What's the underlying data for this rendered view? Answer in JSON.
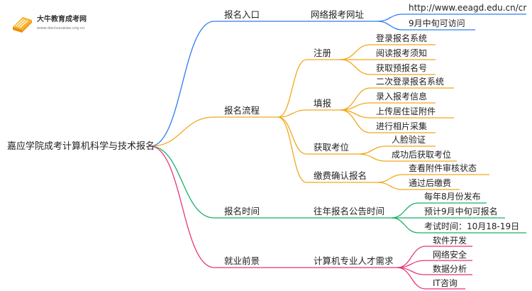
{
  "logo": {
    "title": "大牛教育成考网",
    "subtitle": "www.daniuxueiao.org.cn"
  },
  "root": {
    "label": "嘉应学院成考计算机科学与技术报名"
  },
  "colors": {
    "blue": "#2e7cf0",
    "orange": "#f2a81d",
    "green": "#1aaf63",
    "pink": "#e8337a"
  },
  "branches": {
    "entry": {
      "label": "报名入口",
      "child": "网络报考网址",
      "items": [
        "http://www.eeagd.edu.cn/cr",
        "9月中旬可访问"
      ]
    },
    "process": {
      "label": "报名流程",
      "steps": [
        {
          "label": "注册",
          "items": [
            "登录报名系统",
            "阅读报考须知",
            "获取预报名号"
          ]
        },
        {
          "label": "填报",
          "items": [
            "二次登录报名系统",
            "录入报考信息",
            "上传居住证附件",
            "进行相片采集"
          ]
        },
        {
          "label": "获取考位",
          "items": [
            "人脸验证",
            "成功后获取考位"
          ]
        },
        {
          "label": "缴费确认报名",
          "items": [
            "查看附件审核状态",
            "通过后缴费"
          ]
        }
      ]
    },
    "time": {
      "label": "报名时间",
      "child": "往年报名公告时间",
      "items": [
        "每年8月份发布",
        "预计9月中旬可报名",
        "考试时间：10月18-19日"
      ]
    },
    "career": {
      "label": "就业前景",
      "child": "计算机专业人才需求",
      "items": [
        "软件开发",
        "网络安全",
        "数据分析",
        "IT咨询"
      ]
    }
  }
}
